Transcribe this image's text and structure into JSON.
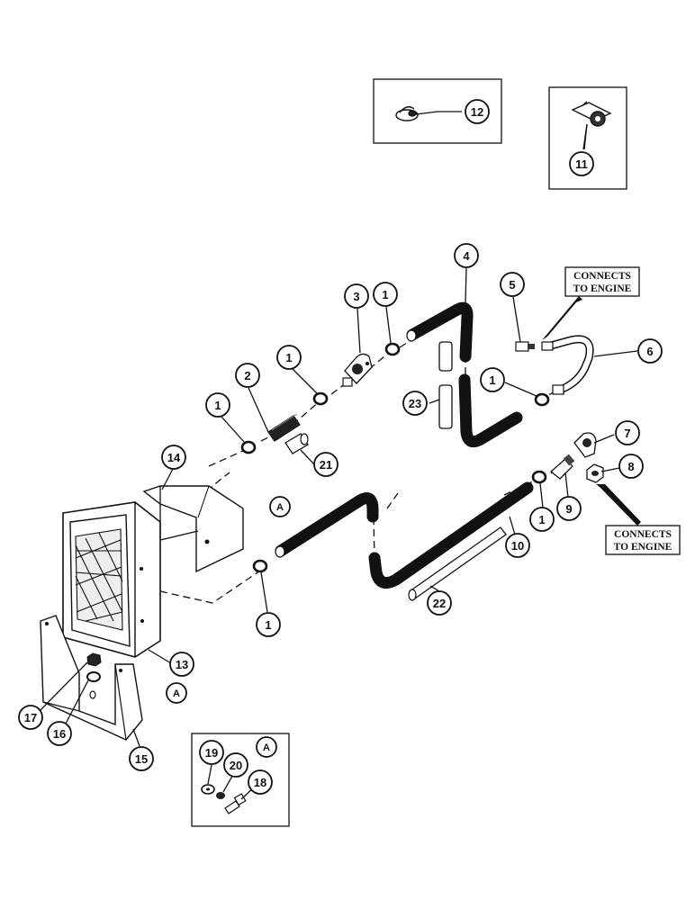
{
  "diagram": {
    "callouts": [
      {
        "id": "c12",
        "label": "12"
      },
      {
        "id": "c11",
        "label": "11"
      },
      {
        "id": "c4",
        "label": "4"
      },
      {
        "id": "c5",
        "label": "5"
      },
      {
        "id": "c3",
        "label": "3"
      },
      {
        "id": "c1a",
        "label": "1"
      },
      {
        "id": "c2",
        "label": "2"
      },
      {
        "id": "c1b",
        "label": "1"
      },
      {
        "id": "c1c",
        "label": "1"
      },
      {
        "id": "c6",
        "label": "6"
      },
      {
        "id": "c1d",
        "label": "1"
      },
      {
        "id": "c23",
        "label": "23"
      },
      {
        "id": "c7",
        "label": "7"
      },
      {
        "id": "c8",
        "label": "8"
      },
      {
        "id": "c9",
        "label": "9"
      },
      {
        "id": "c1e",
        "label": "1"
      },
      {
        "id": "c10",
        "label": "10"
      },
      {
        "id": "c14",
        "label": "14"
      },
      {
        "id": "c21",
        "label": "21"
      },
      {
        "id": "c22",
        "label": "22"
      },
      {
        "id": "c1f",
        "label": "1"
      },
      {
        "id": "c13",
        "label": "13"
      },
      {
        "id": "c17",
        "label": "17"
      },
      {
        "id": "c16",
        "label": "16"
      },
      {
        "id": "c15",
        "label": "15"
      },
      {
        "id": "c19",
        "label": "19"
      },
      {
        "id": "c20",
        "label": "20"
      },
      {
        "id": "c18",
        "label": "18"
      }
    ],
    "refs": [
      {
        "id": "refA1",
        "label": "A"
      },
      {
        "id": "refA2",
        "label": "A"
      },
      {
        "id": "refA3",
        "label": "A"
      }
    ],
    "notes": {
      "engine_top": [
        "CONNECTS",
        "TO ENGINE"
      ],
      "engine_right": [
        "CONNECTS",
        "TO ENGINE"
      ]
    }
  }
}
